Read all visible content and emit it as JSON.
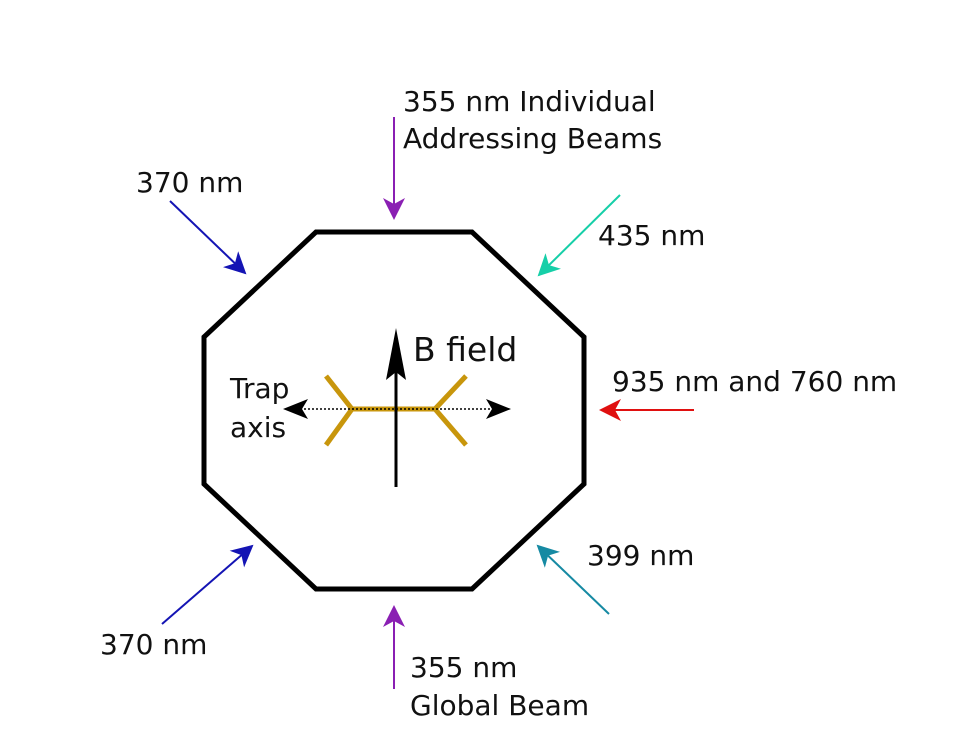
{
  "diagram": {
    "labels": {
      "individual_line1": "355 nm Individual",
      "individual_line2": "Addressing Beams",
      "nm370_top": "370 nm",
      "nm435": "435 nm",
      "b_field": "B field",
      "trap_line1": "Trap",
      "trap_line2": "axis",
      "nm935_760": "935 nm and 760 nm",
      "nm399": "399 nm",
      "nm370_bottom": "370 nm",
      "global_line1": "355 nm",
      "global_line2": "Global Beam"
    },
    "colors": {
      "purple": "#8a1fb3",
      "blue": "#1414b4",
      "teal": "#16cfa8",
      "red": "#e01010",
      "steel_teal": "#168aa3",
      "gold": "#c8960c",
      "black": "#000000"
    }
  }
}
